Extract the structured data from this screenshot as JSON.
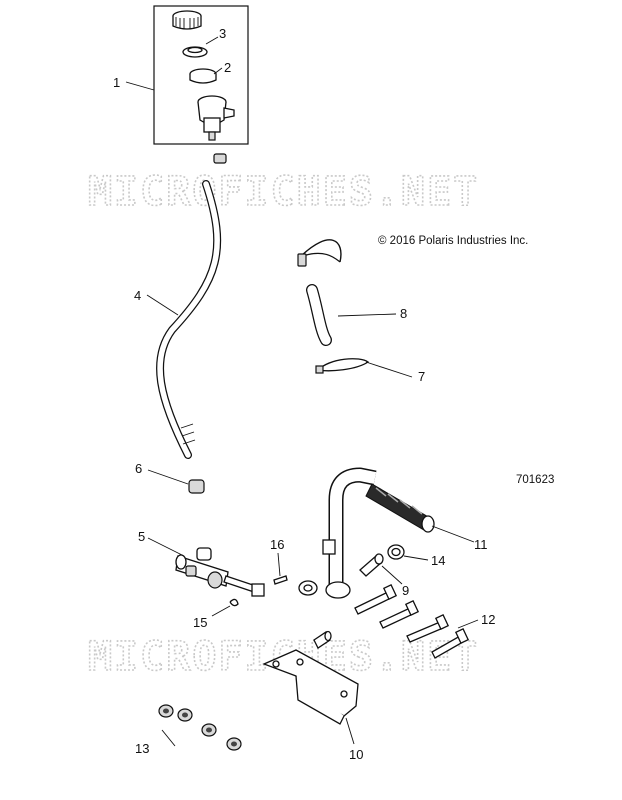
{
  "copyright": "© 2016 Polaris Industries Inc.",
  "diagram_number": "701623",
  "watermark": "MICROFICHES.NET",
  "callouts": [
    {
      "id": "1",
      "label": "1"
    },
    {
      "id": "2",
      "label": "2"
    },
    {
      "id": "3",
      "label": "3"
    },
    {
      "id": "4",
      "label": "4"
    },
    {
      "id": "5",
      "label": "5"
    },
    {
      "id": "6",
      "label": "6"
    },
    {
      "id": "7",
      "label": "7"
    },
    {
      "id": "8",
      "label": "8"
    },
    {
      "id": "9",
      "label": "9"
    },
    {
      "id": "10",
      "label": "10"
    },
    {
      "id": "11",
      "label": "11"
    },
    {
      "id": "12",
      "label": "12"
    },
    {
      "id": "13",
      "label": "13"
    },
    {
      "id": "14",
      "label": "14"
    },
    {
      "id": "15",
      "label": "15"
    },
    {
      "id": "16",
      "label": "16"
    }
  ]
}
